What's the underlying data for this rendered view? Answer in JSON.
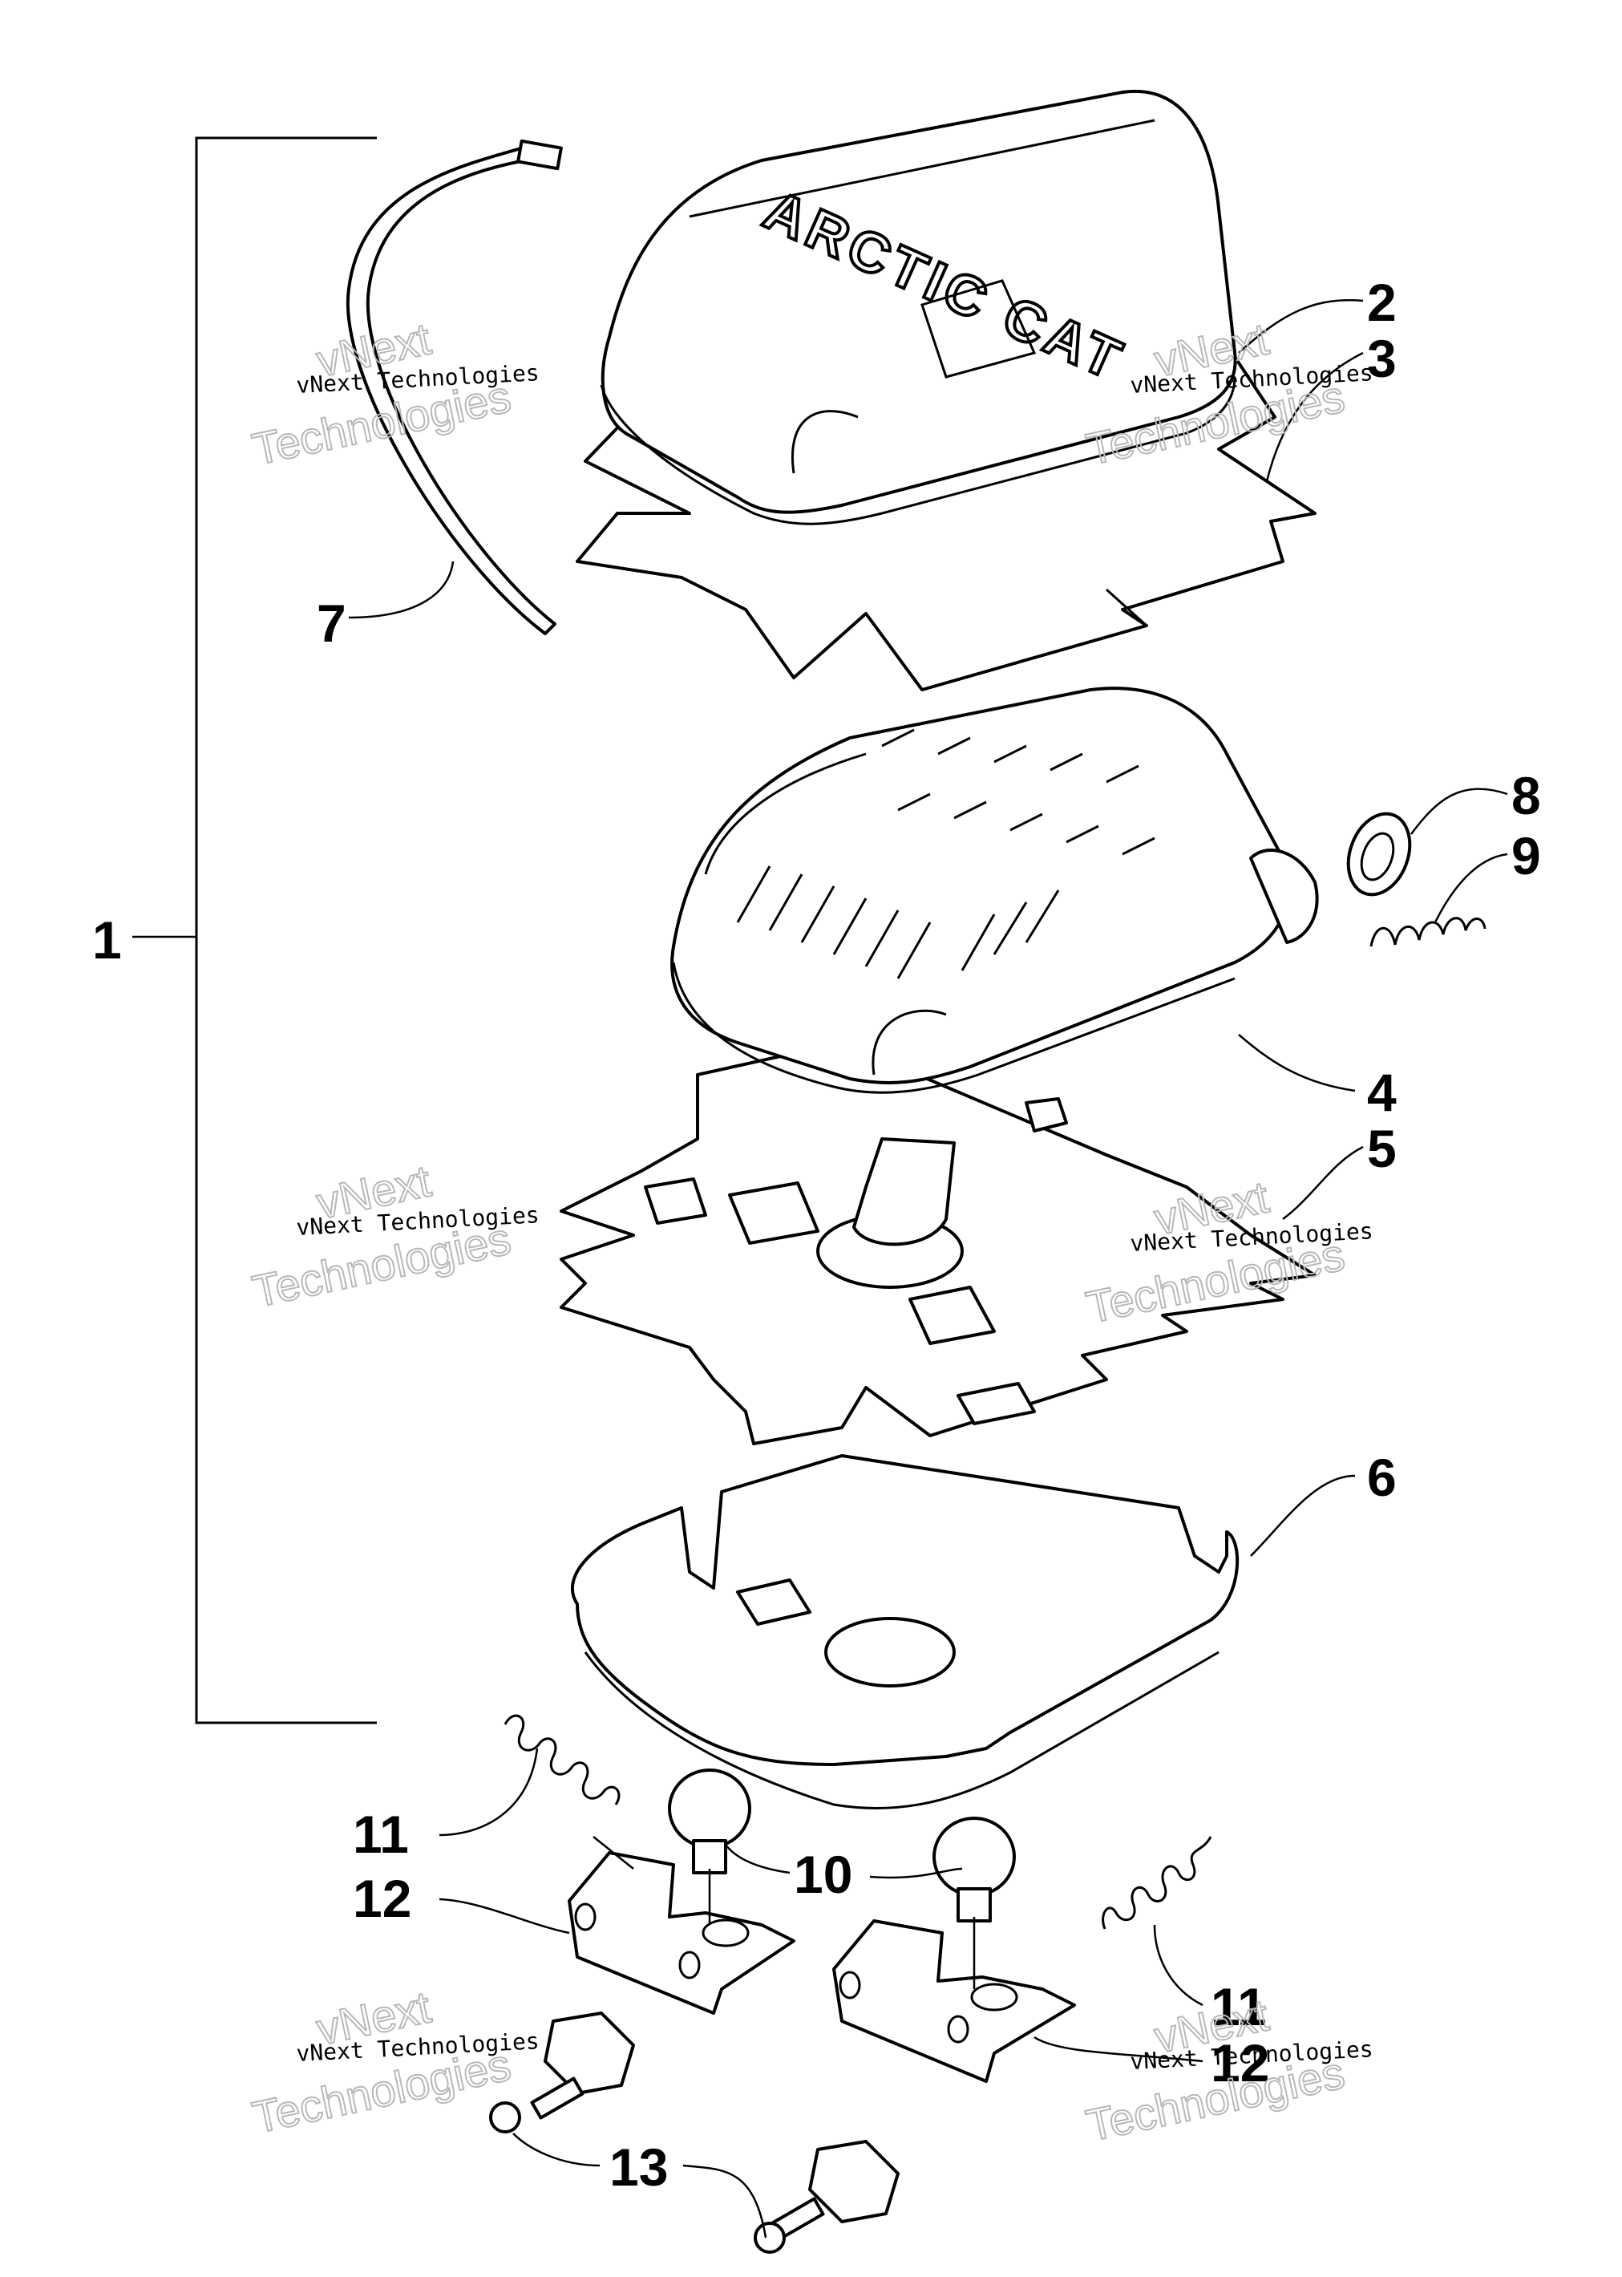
{
  "diagram": {
    "callouts": [
      {
        "id": "1",
        "label": "1"
      },
      {
        "id": "2",
        "label": "2"
      },
      {
        "id": "3",
        "label": "3"
      },
      {
        "id": "4",
        "label": "4"
      },
      {
        "id": "5",
        "label": "5"
      },
      {
        "id": "6",
        "label": "6"
      },
      {
        "id": "7",
        "label": "7"
      },
      {
        "id": "8",
        "label": "8"
      },
      {
        "id": "9",
        "label": "9"
      },
      {
        "id": "10",
        "label": "10"
      },
      {
        "id": "11a",
        "label": "11"
      },
      {
        "id": "11b",
        "label": "11"
      },
      {
        "id": "12a",
        "label": "12"
      },
      {
        "id": "12b",
        "label": "12"
      },
      {
        "id": "13",
        "label": "13"
      }
    ],
    "cover_logo": "ARCTIC CAT",
    "watermark": {
      "line1": "vNext",
      "line2": "vNext Technologies",
      "line3": "Technologies"
    }
  }
}
